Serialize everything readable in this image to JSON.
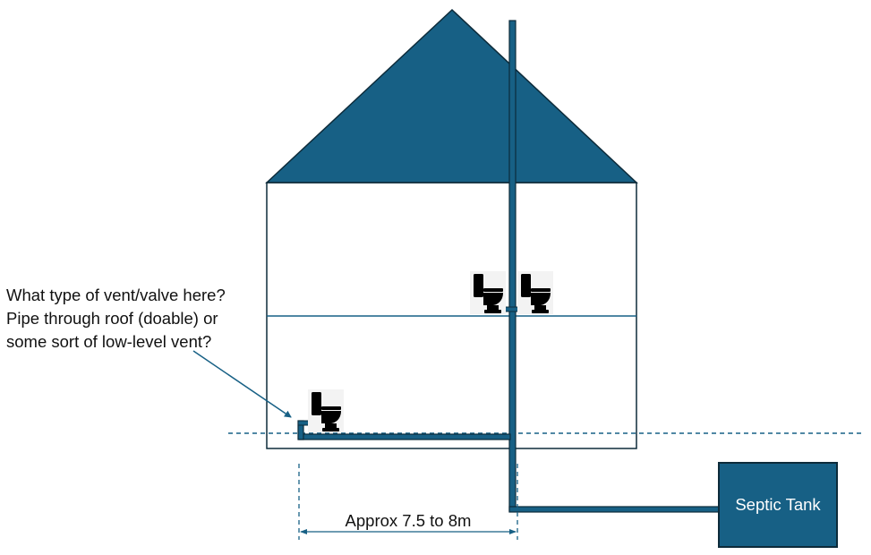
{
  "annotation": {
    "lines": [
      "What type of vent/valve here?",
      "Pipe through roof (doable) or",
      "some sort of low-level vent?"
    ]
  },
  "dimension": {
    "label": "Approx 7.5 to 8m"
  },
  "septic_tank": {
    "label": "Septic Tank"
  },
  "colors": {
    "roof": "#176085",
    "pipe": "#176085",
    "pipe_outline": "#0d2b3a",
    "wall": "#0d2b3a",
    "tank": "#176085",
    "ground_line": "#176085",
    "text": "#111111"
  },
  "icons": [
    "toilet-icon",
    "toilet-icon",
    "toilet-icon"
  ]
}
